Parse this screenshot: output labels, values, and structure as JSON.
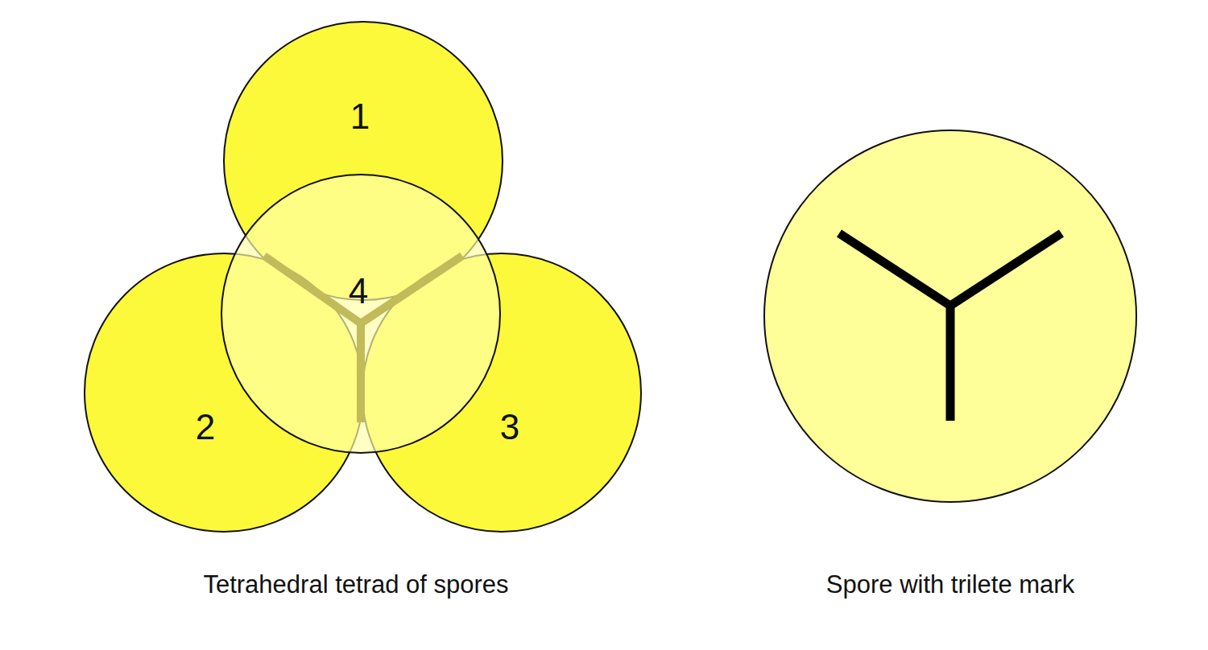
{
  "diagram": {
    "nodes": [
      {
        "text": [
          "1"
        ]
      },
      {
        "text": [
          "2"
        ]
      },
      {
        "text": [
          "3"
        ]
      },
      {
        "text": [
          "4"
        ]
      }
    ],
    "labels": [
      "Tetrahedral tetrad of spores",
      "Spore with trilete mark"
    ]
  }
}
